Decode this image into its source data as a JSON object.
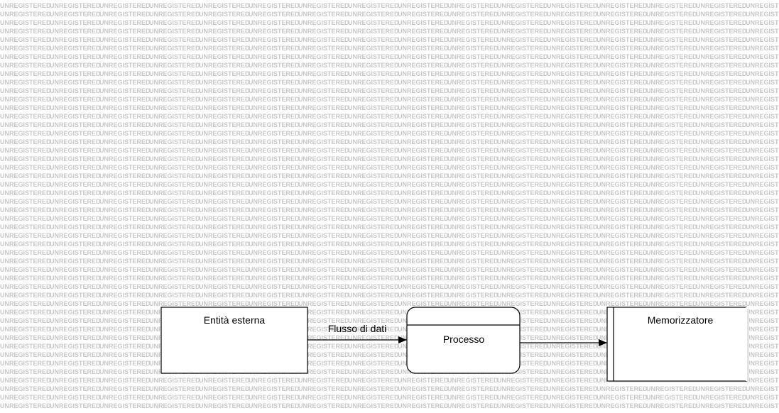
{
  "watermark": {
    "text": "UNREGISTERED",
    "color": "#c8c8c8"
  },
  "diagram": {
    "external_entity": {
      "label": "Entità esterna"
    },
    "data_flow": {
      "label": "Flusso di dati"
    },
    "process": {
      "label": "Processo"
    },
    "data_store": {
      "label": "Memorizzatore"
    }
  },
  "colors": {
    "stroke": "#000000",
    "fill": "#ffffff"
  }
}
